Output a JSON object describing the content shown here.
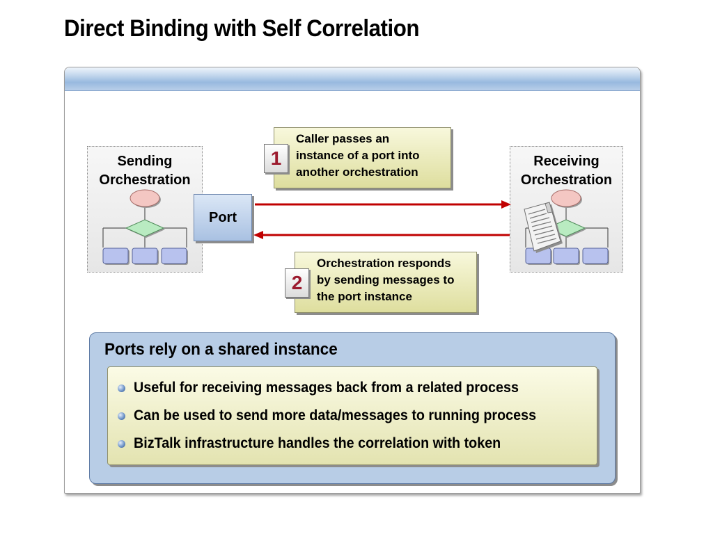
{
  "slide": {
    "title": "Direct Binding with Self Correlation"
  },
  "diagram": {
    "sending_orchestration": {
      "label_line1": "Sending",
      "label_line2": "Orchestration"
    },
    "receiving_orchestration": {
      "label_line1": "Receiving",
      "label_line2": "Orchestration"
    },
    "port": {
      "label": "Port"
    },
    "callouts": [
      {
        "step": "1",
        "line1": "Caller passes an",
        "line2": "instance of a port into",
        "line3": "another orchestration"
      },
      {
        "step": "2",
        "line1": "Orchestration responds",
        "line2": "by sending messages to",
        "line3": "the port instance"
      }
    ],
    "colors": {
      "arrow": "#c00000",
      "step_number": "#9c1a2e",
      "start_shape": "#f4c7c3",
      "decision_shape": "#b9ebc1",
      "task_shape": "#b8c2ee"
    }
  },
  "shared_instance": {
    "heading": "Ports rely on a shared instance",
    "bullets": [
      "Useful for receiving messages back from a related process",
      "Can be used to send more data/messages to running process",
      "BizTalk infrastructure handles the correlation with token"
    ]
  }
}
